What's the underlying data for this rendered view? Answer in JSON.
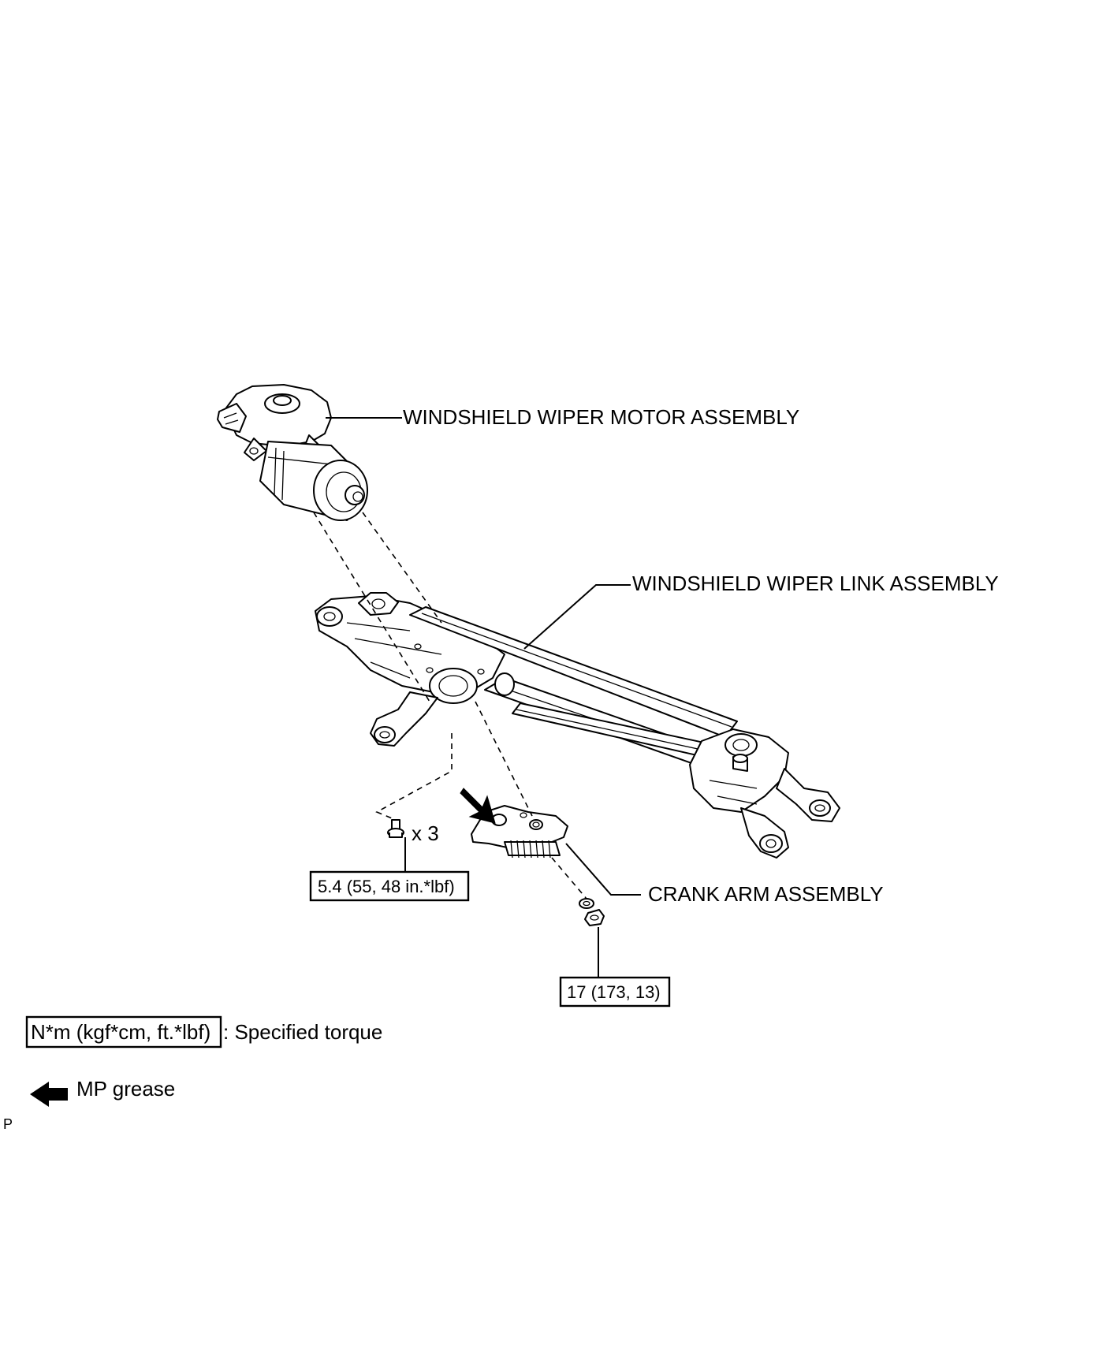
{
  "callouts": {
    "motor": "WINDSHIELD WIPER MOTOR ASSEMBLY",
    "link": "WINDSHIELD WIPER LINK ASSEMBLY",
    "crank": "CRANK ARM ASSEMBLY",
    "bolt_count": "x 3"
  },
  "torque_values": {
    "bolts": "5.4 (55, 48 in.*lbf)",
    "nut": "17 (173, 13)"
  },
  "legend": {
    "torque_unit": "N*m (kgf*cm, ft.*lbf)",
    "torque_desc": ": Specified torque",
    "grease": "MP grease"
  },
  "corner_mark": "P",
  "icons": [
    "grease-arrow-icon"
  ]
}
